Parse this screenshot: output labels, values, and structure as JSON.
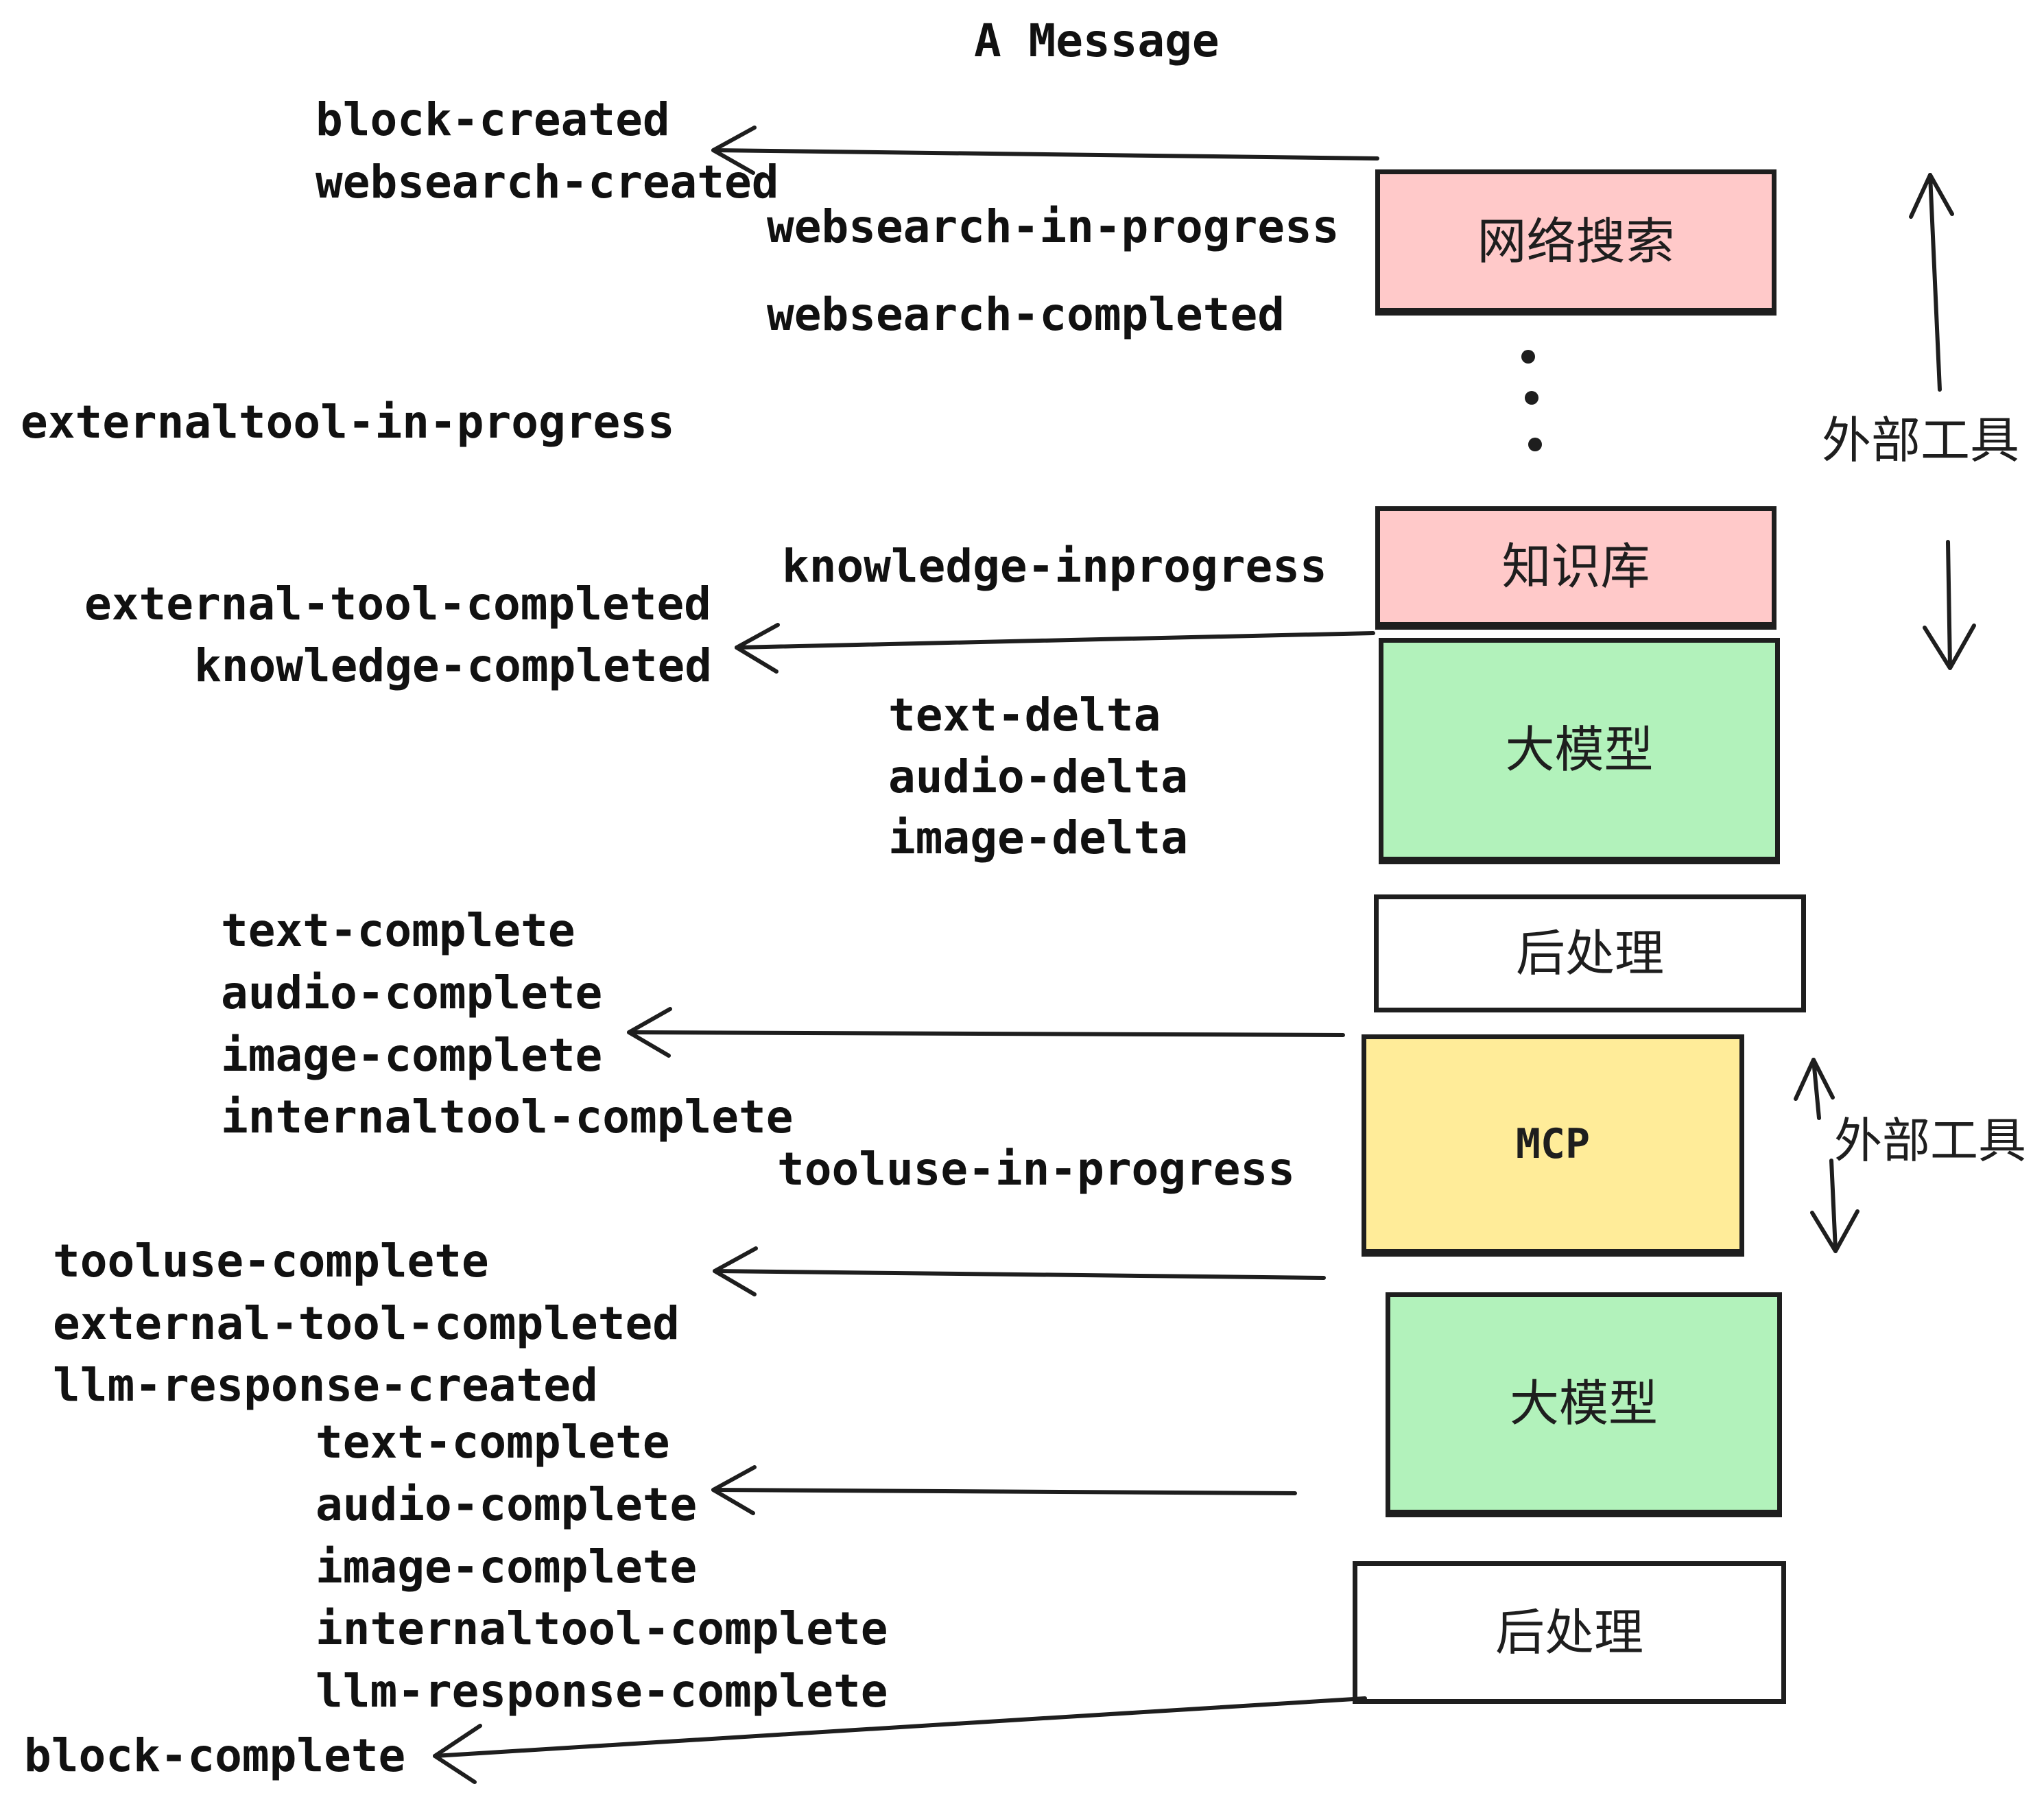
{
  "title": "A Message",
  "colors": {
    "background": "#ffffff",
    "ink": "#1e1e1e",
    "box_pink": "#ffc9c9",
    "box_green": "#b2f2bb",
    "box_yellow": "#ffec99",
    "box_white": "#ffffff"
  },
  "boxes": [
    {
      "label": "网络搜索",
      "fill": "#ffc9c9"
    },
    {
      "label": "知识库",
      "fill": "#ffc9c9"
    },
    {
      "label": "大模型",
      "fill": "#b2f2bb"
    },
    {
      "label": "后处理",
      "fill": "#ffffff"
    },
    {
      "label": "MCP",
      "fill": "#ffec99"
    },
    {
      "label": "大模型",
      "fill": "#b2f2bb"
    },
    {
      "label": "后处理",
      "fill": "#ffffff"
    }
  ],
  "side_annotations": [
    {
      "label": "外部工具"
    },
    {
      "label": "外部工具"
    }
  ],
  "events": [
    {
      "text": "block-created"
    },
    {
      "text": "websearch-created"
    },
    {
      "text": "websearch-in-progress"
    },
    {
      "text": "websearch-completed"
    },
    {
      "text": "externaltool-in-progress"
    },
    {
      "text": "knowledge-inprogress"
    },
    {
      "text": "external-tool-completed"
    },
    {
      "text": "knowledge-completed"
    },
    {
      "text": "text-delta"
    },
    {
      "text": "audio-delta"
    },
    {
      "text": "image-delta"
    },
    {
      "text": "text-complete"
    },
    {
      "text": "audio-complete"
    },
    {
      "text": "image-complete"
    },
    {
      "text": "internaltool-complete"
    },
    {
      "text": "tooluse-in-progress"
    },
    {
      "text": "tooluse-complete"
    },
    {
      "text": "external-tool-completed"
    },
    {
      "text": "llm-response-created"
    },
    {
      "text": "text-complete"
    },
    {
      "text": "audio-complete"
    },
    {
      "text": "image-complete"
    },
    {
      "text": "internaltool-complete"
    },
    {
      "text": "llm-response-complete"
    },
    {
      "text": "block-complete"
    }
  ]
}
